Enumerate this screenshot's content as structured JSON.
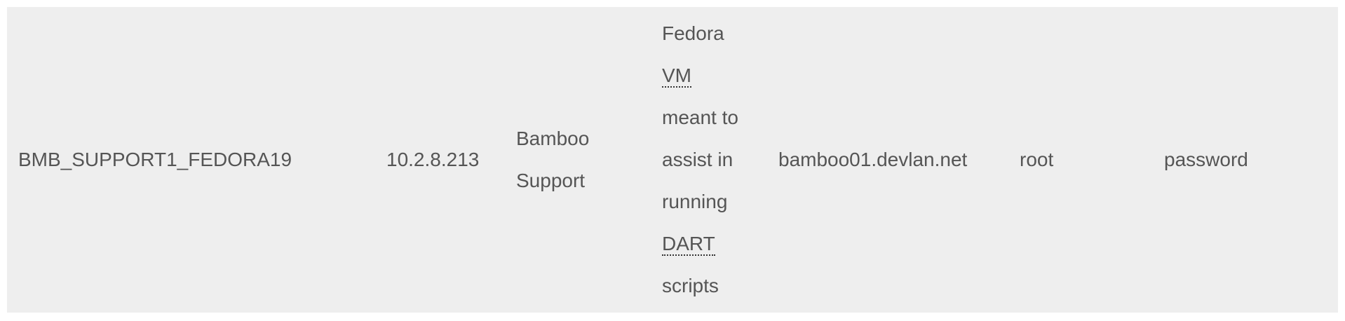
{
  "row": {
    "name": "BMB_SUPPORT1_FEDORA19",
    "ip": "10.2.8.213",
    "purpose_line1": "Bamboo",
    "purpose_line2": "Support",
    "description": {
      "line1": "Fedora",
      "abbr1": "VM",
      "line3": "meant to",
      "line4": "assist in",
      "line5": "running",
      "abbr2": "DART",
      "line7": "scripts"
    },
    "hostname": "bamboo01.devlan.net",
    "username": "root",
    "password": "password"
  },
  "colors": {
    "row_background": "#eeeeee",
    "text": "#555555"
  }
}
